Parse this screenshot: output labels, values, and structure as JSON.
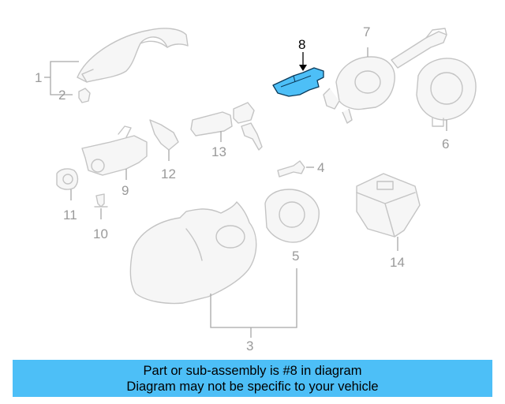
{
  "callouts": {
    "c1": "1",
    "c2": "2",
    "c3": "3",
    "c4": "4",
    "c5": "5",
    "c6": "6",
    "c7": "7",
    "c8": "8",
    "c9": "9",
    "c10": "10",
    "c11": "11",
    "c12": "12",
    "c13": "13",
    "c14": "14"
  },
  "highlighted_part": "8",
  "colors": {
    "highlight": "#4dbff7",
    "banner": "#4dbff7",
    "parts": "#c4c4c4"
  },
  "banner": {
    "line1": "Part or sub-assembly is #8 in diagram",
    "line2": "Diagram may not be specific to your vehicle"
  }
}
